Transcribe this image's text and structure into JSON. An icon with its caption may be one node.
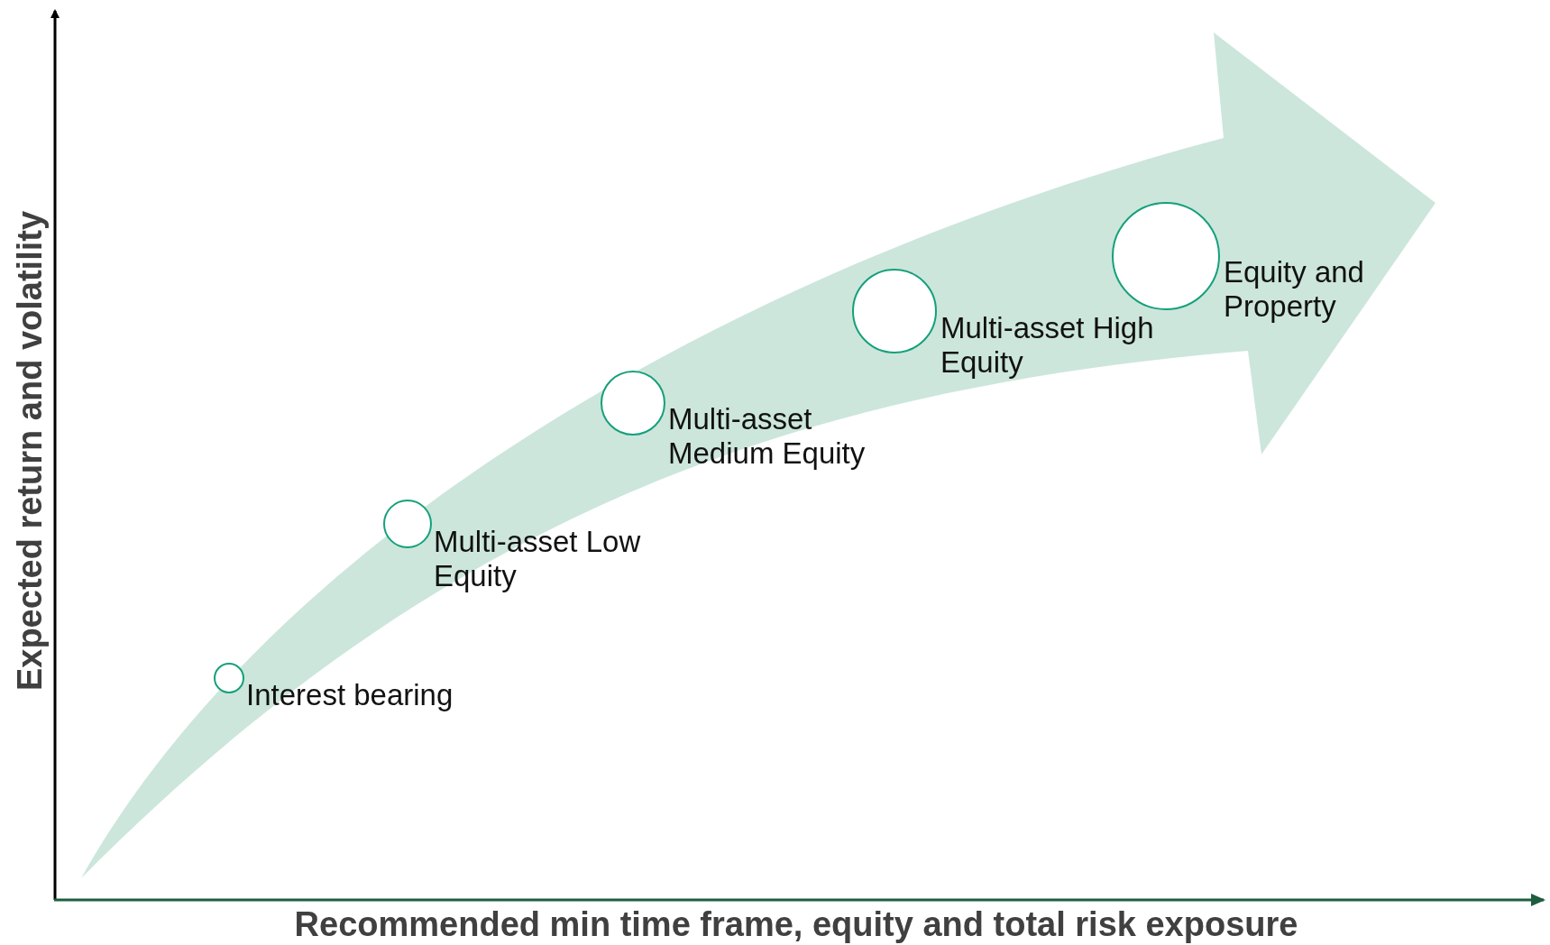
{
  "diagram": {
    "nodes": [
      {
        "text": [],
        "shape": "circle",
        "beside": [
          "Interest bearing"
        ]
      },
      {
        "text": [],
        "shape": "circle",
        "beside": [
          "Multi-asset Low Equity"
        ]
      },
      {
        "text": [],
        "shape": "circle",
        "beside": [
          "Multi-asset Medium Equity"
        ]
      },
      {
        "text": [],
        "shape": "circle",
        "beside": [
          "Multi-asset High Equity"
        ]
      },
      {
        "text": [],
        "shape": "circle",
        "beside": [
          "Equity and Property"
        ]
      }
    ],
    "edges": [],
    "labels": [
      "Expected return and volatility",
      "Recommended min time frame, equity and total risk exposure"
    ]
  }
}
